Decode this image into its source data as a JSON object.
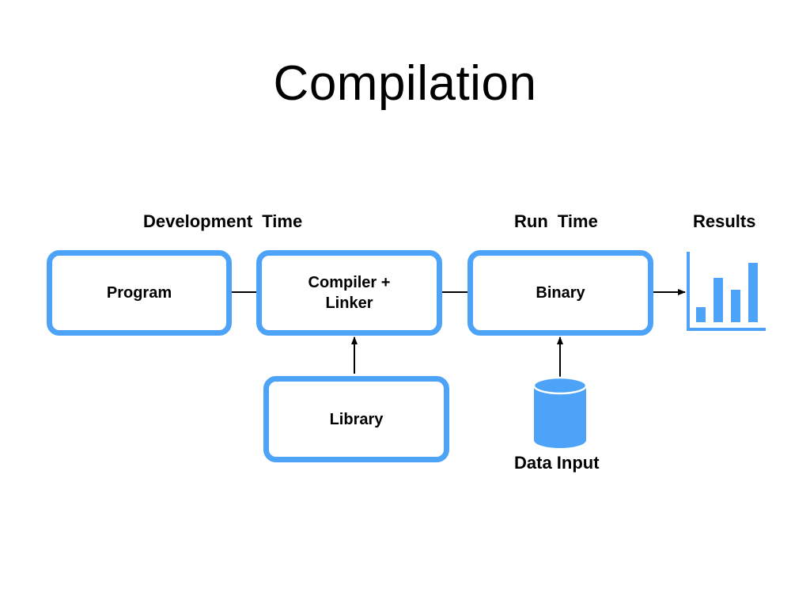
{
  "title": "Compilation",
  "labels": {
    "development_time": "Development  Time",
    "run_time": "Run  Time",
    "results": "Results",
    "data_input": "Data Input"
  },
  "boxes": {
    "program": "Program",
    "compiler": "Compiler +\nLinker",
    "binary": "Binary",
    "library": "Library"
  },
  "icons": {
    "results": "bar-chart-icon",
    "data_input": "database-cylinder-icon"
  },
  "colors": {
    "accent": "#4DA3F7",
    "text": "#000000"
  },
  "chart_icon_bars": [
    0.25,
    0.75,
    0.55,
    1.0
  ]
}
